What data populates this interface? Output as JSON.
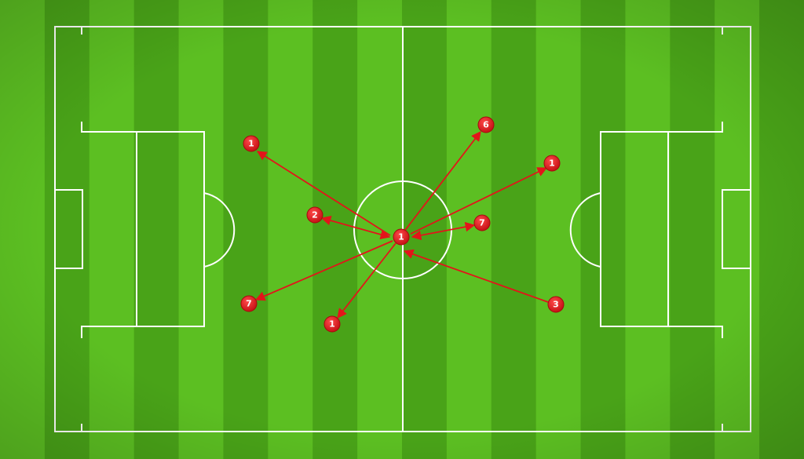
{
  "colors": {
    "grass_light": "#5cbf22",
    "grass_dark": "#49a318",
    "line": "#ffffff",
    "marker": "#e4151b",
    "arrow": "#e3141a"
  },
  "hub": {
    "label": "1"
  },
  "players": [
    {
      "label": "1"
    },
    {
      "label": "2"
    },
    {
      "label": "7"
    },
    {
      "label": "1"
    },
    {
      "label": "6"
    },
    {
      "label": "1"
    },
    {
      "label": "7"
    },
    {
      "label": "3"
    }
  ]
}
